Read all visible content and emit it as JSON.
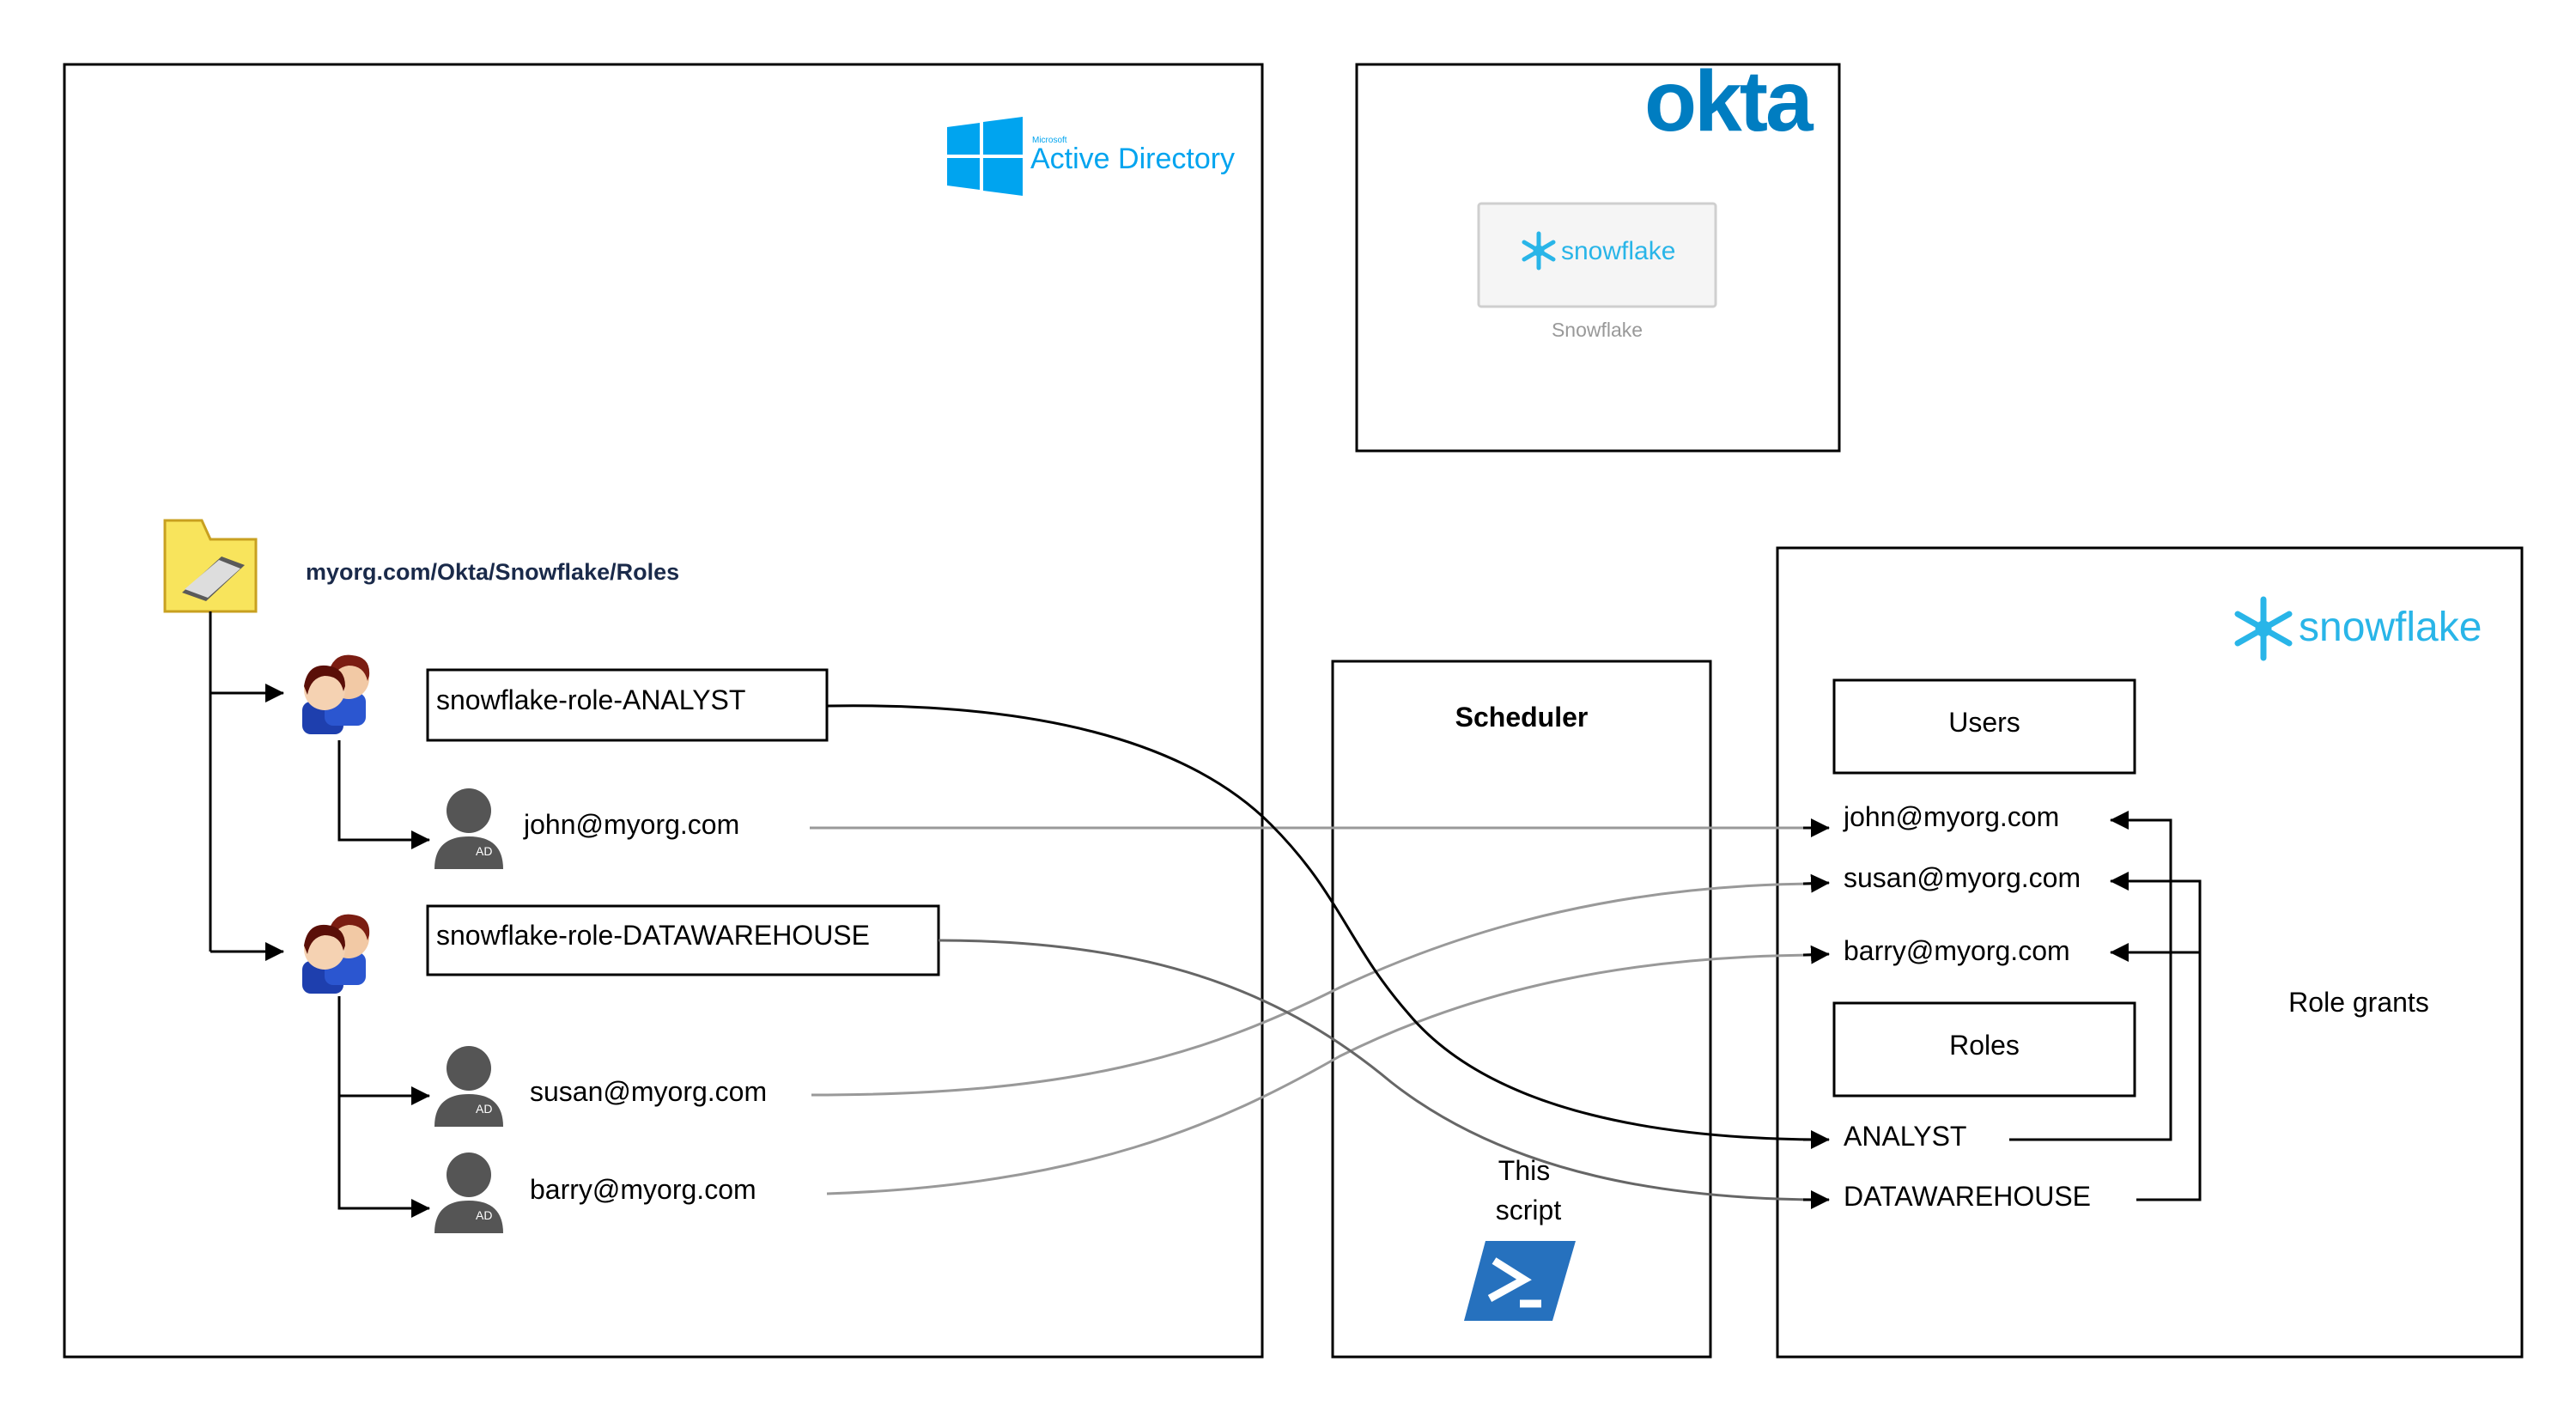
{
  "ad": {
    "logo_small": "Microsoft",
    "logo_text": "Active Directory",
    "ou_path": "myorg.com/Okta/Snowflake/Roles",
    "groups": [
      {
        "name": "snowflake-role-ANALYST",
        "members": [
          "john@myorg.com"
        ]
      },
      {
        "name": "snowflake-role-DATAWAREHOUSE",
        "members": [
          "susan@myorg.com",
          "barry@myorg.com"
        ]
      }
    ],
    "user_badge": "AD"
  },
  "okta": {
    "logo_text": "okta",
    "app_tile_text": "snowflake",
    "app_label": "Snowflake"
  },
  "scheduler": {
    "title": "Scheduler",
    "script_line1": "This",
    "script_line2": "script"
  },
  "snowflake": {
    "logo_text": "snowflake",
    "users_header": "Users",
    "users": [
      "john@myorg.com",
      "susan@myorg.com",
      "barry@myorg.com"
    ],
    "roles_header": "Roles",
    "roles": [
      "ANALYST",
      "DATAWAREHOUSE"
    ],
    "role_grants_label": "Role grants"
  },
  "colors": {
    "okta_blue": "#007dc1",
    "snowflake_blue": "#29b5e8",
    "ad_blue": "#00a4ef",
    "powershell_blue": "#2671be",
    "folder_yellow": "#f8e45c",
    "ou_text": "#1a2a4a",
    "gray_line": "#999999"
  }
}
